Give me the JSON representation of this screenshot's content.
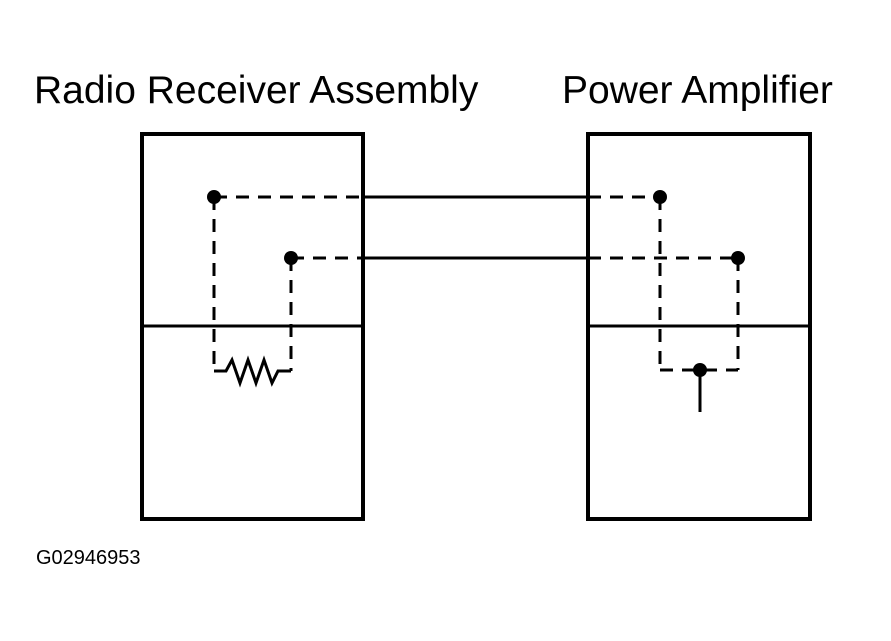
{
  "diagram": {
    "left_component": "Radio Receiver Assembly",
    "right_component": "Power Amplifier",
    "figure_id": "G02946953"
  },
  "colors": {
    "ink": "#000000",
    "background": "#ffffff"
  }
}
